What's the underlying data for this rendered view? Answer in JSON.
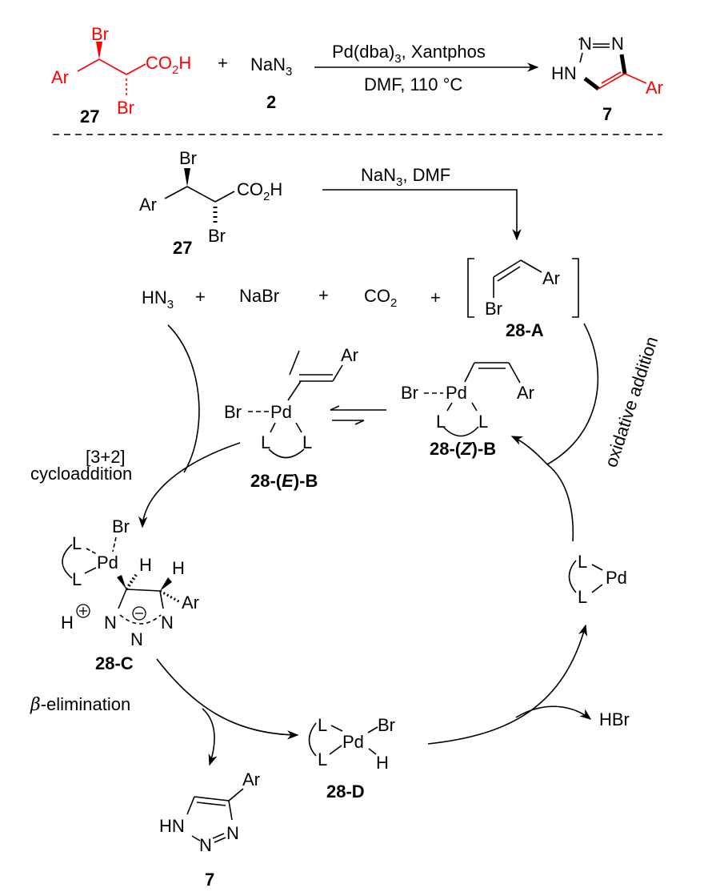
{
  "title": "Pd-catalyzed synthesis of 4-aryl-NH-1,2,3-triazoles from dibromo acids and proposed mechanism",
  "colors": {
    "highlight": "#ff0000",
    "ink": "#000000"
  },
  "top_reaction": {
    "reactant_27": {
      "label": "27",
      "ar": "Ar",
      "br_top": "Br",
      "br_bottom": "Br",
      "acid": "CO",
      "acid_sub": "2",
      "acid_h": "H"
    },
    "plus": "+",
    "reactant_2": {
      "label": "2",
      "name": "NaN",
      "sub": "3"
    },
    "conditions_above": {
      "text": "Pd(dba)",
      "sub": "3",
      "rest": ", Xantphos"
    },
    "conditions_below": "DMF, 110 °C",
    "product_7": {
      "label": "7",
      "hn": "HN",
      "n1": "N",
      "n2": "N",
      "ar": "Ar"
    }
  },
  "mechanism": {
    "start_27": {
      "label": "27",
      "ar": "Ar",
      "br_top": "Br",
      "br_bottom": "Br",
      "acid": "CO",
      "acid_sub": "2",
      "acid_h": "H"
    },
    "step1_reagents": {
      "text": "NaN",
      "sub": "3",
      "rest": ", DMF"
    },
    "byproducts": {
      "hn3": "HN",
      "hn3_sub": "3",
      "plus1": "+",
      "nabr": "NaBr",
      "plus2": "+",
      "co2": "CO",
      "co2_sub": "2",
      "plus3": "+"
    },
    "int_28A": {
      "label": "28-A",
      "ar": "Ar",
      "br": "Br"
    },
    "oxidative_addition": "oxidative addition",
    "int_28ZB": {
      "label_pre": "28-(",
      "label_italic": "Z",
      "label_post": ")-B",
      "br": "Br",
      "pd": "Pd",
      "l1": "L",
      "l2": "L",
      "ar": "Ar"
    },
    "int_28EB": {
      "label_pre": "28-(",
      "label_italic": "E",
      "label_post": ")-B",
      "br": "Br",
      "pd": "Pd",
      "l1": "L",
      "l2": "L",
      "ar": "Ar"
    },
    "cycloaddition_line1": "[3+2]",
    "cycloaddition_line2": "cycloaddition",
    "int_28C": {
      "label": "28-C",
      "br": "Br",
      "pd": "Pd",
      "l1": "L",
      "l2": "L",
      "h1": "H",
      "h2": "H",
      "ar": "Ar",
      "h_plus": "H",
      "n1": "N",
      "n2": "N",
      "n3": "N"
    },
    "pd0": {
      "pd": "Pd",
      "l1": "L",
      "l2": "L"
    },
    "beta_elimination_symbol": "β",
    "beta_elimination_text": "-elimination",
    "int_28D": {
      "label": "28-D",
      "pd": "Pd",
      "br": "Br",
      "h": "H",
      "l1": "L",
      "l2": "L"
    },
    "hbr": "HBr",
    "product_7": {
      "label": "7",
      "hn": "HN",
      "n1": "N",
      "n2": "N",
      "ar": "Ar"
    }
  }
}
